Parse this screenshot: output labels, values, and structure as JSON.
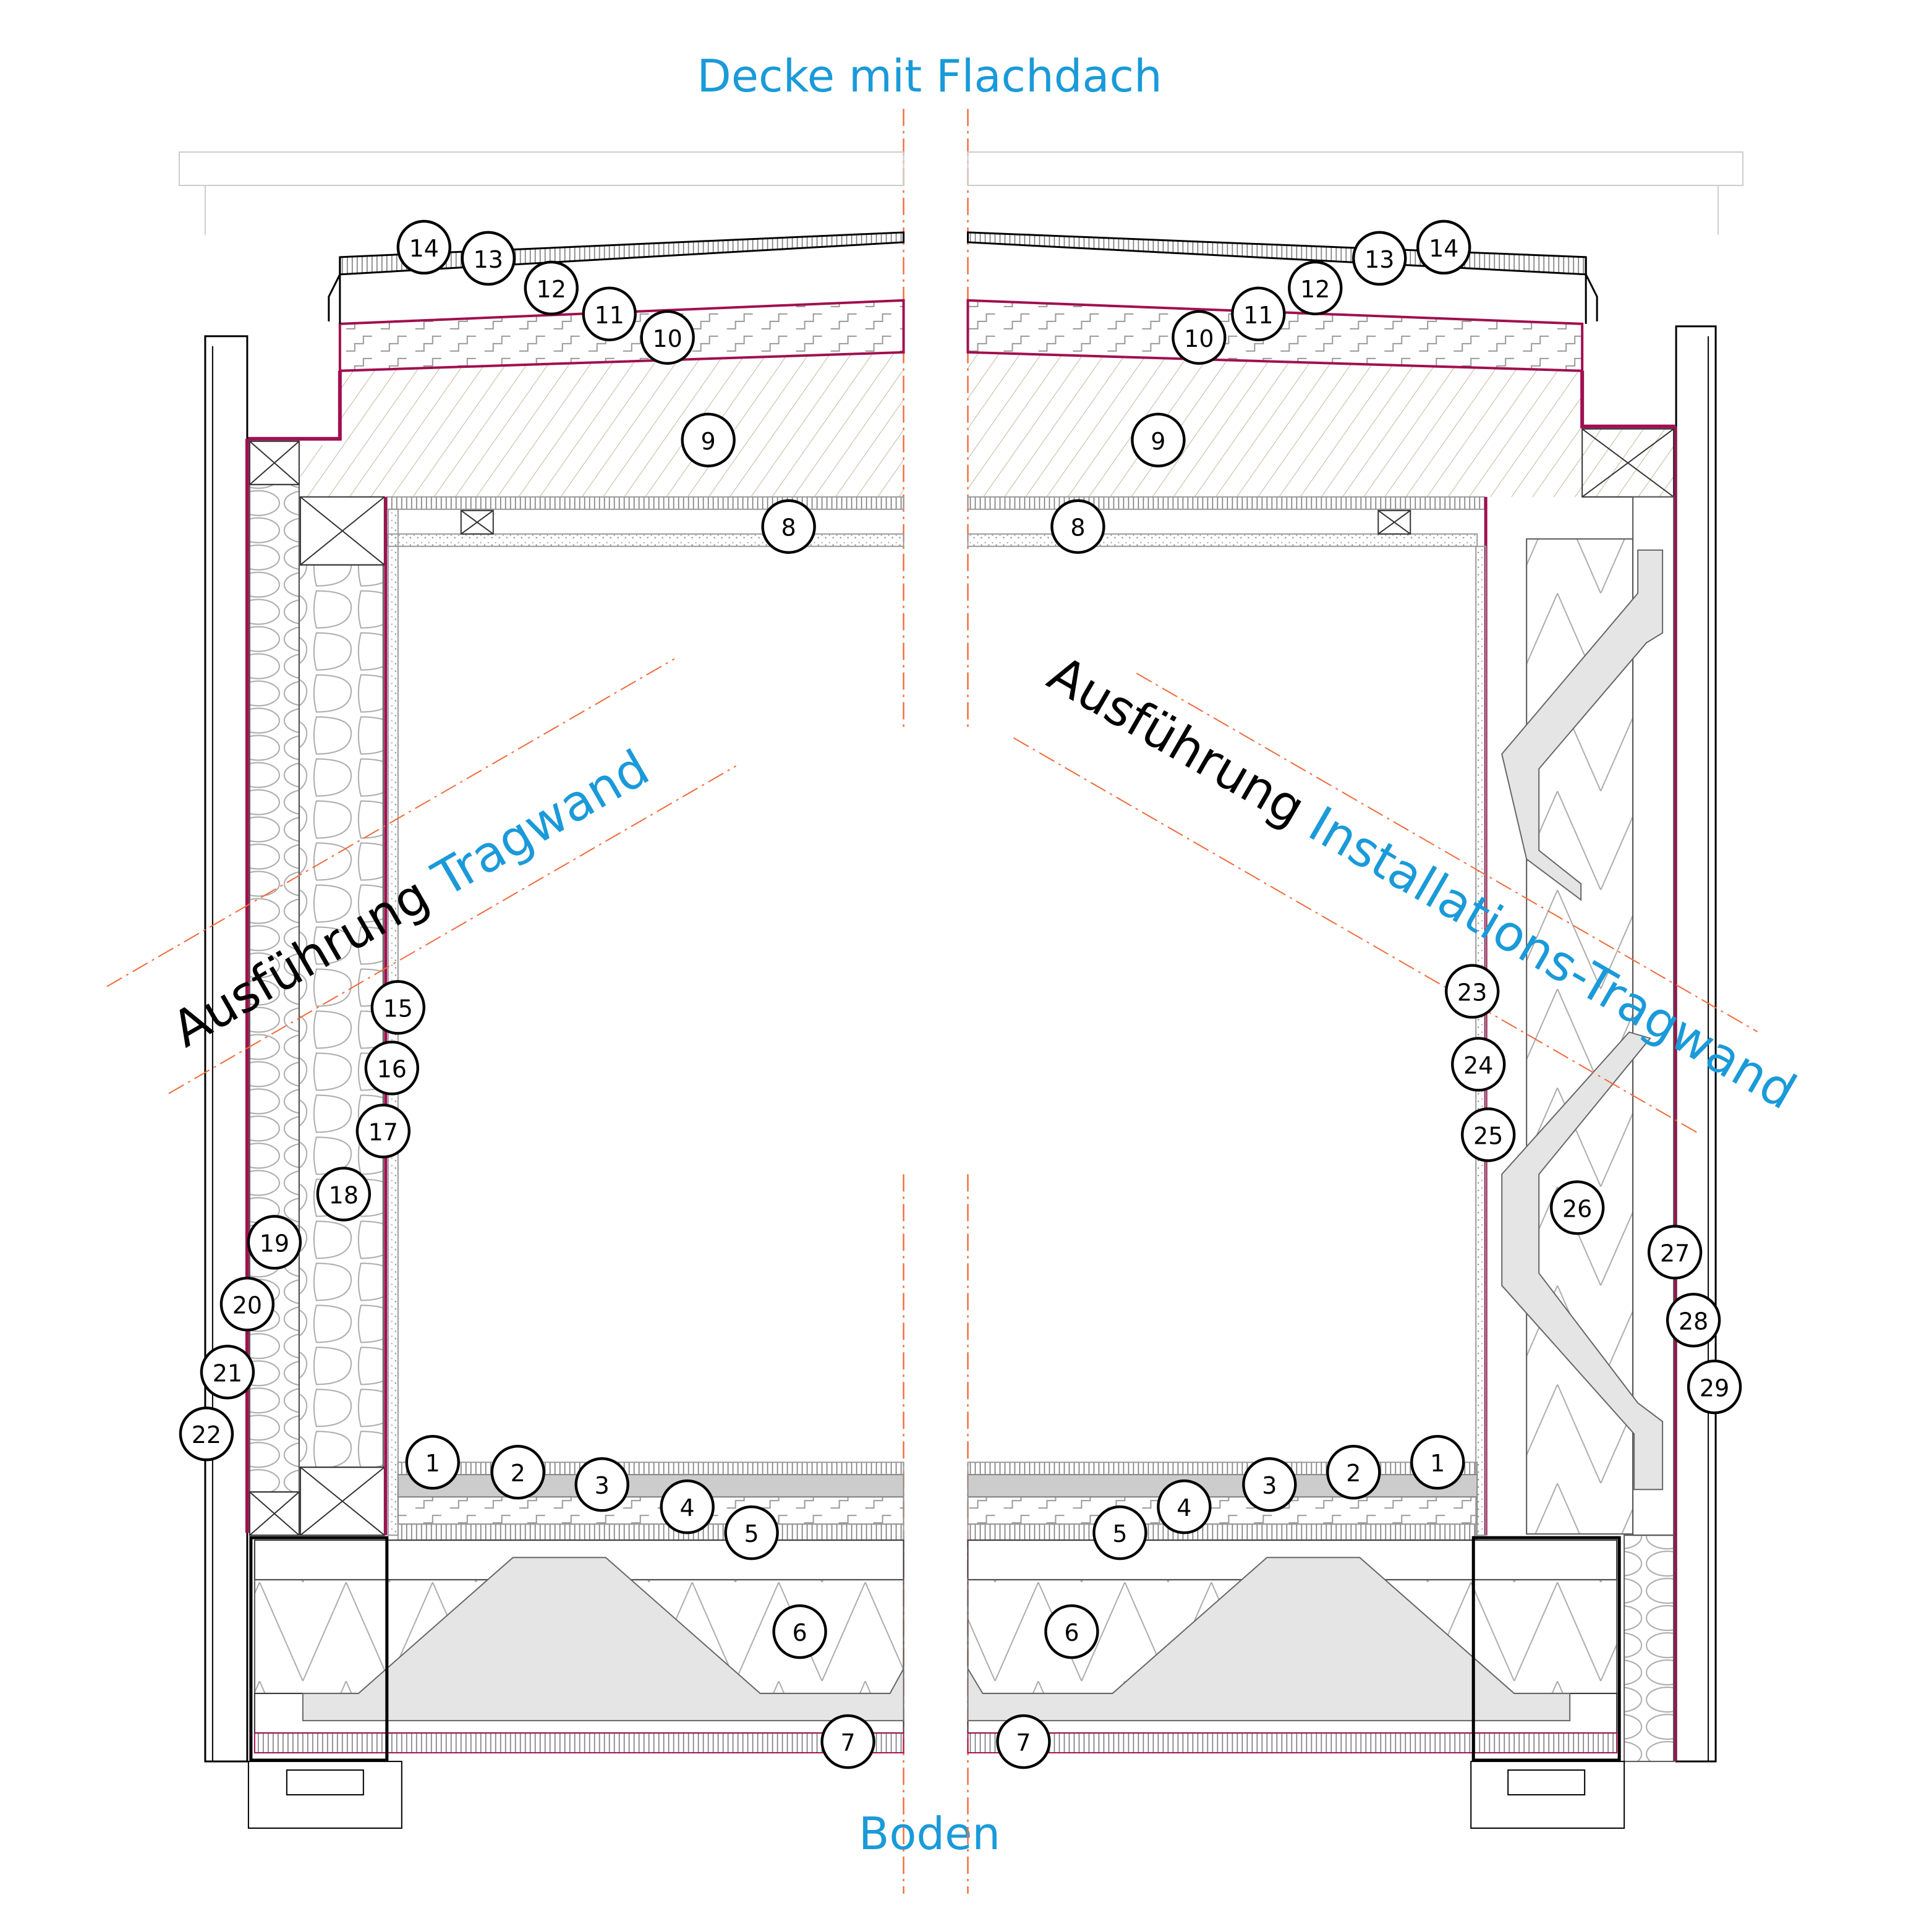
{
  "header": {
    "title": "Decke mit Flachdach"
  },
  "footer": {
    "title": "Boden"
  },
  "left_variant": {
    "prefix": "Ausführung",
    "name": "Tragwand"
  },
  "right_variant": {
    "prefix": "Ausführung",
    "name": "Installations-Tragwand"
  },
  "colors": {
    "accent": "#1a9ad9",
    "axis": "#f06a3a",
    "membrane": "#a0104f",
    "wood_hatch": "#c9b59a"
  },
  "left_markers": [
    "14",
    "13",
    "12",
    "11",
    "10",
    "9",
    "8",
    "1",
    "2",
    "3",
    "4",
    "5",
    "6",
    "7",
    "15",
    "16",
    "17",
    "18",
    "19",
    "20",
    "21",
    "22"
  ],
  "right_markers": [
    "14",
    "13",
    "12",
    "11",
    "10",
    "9",
    "8",
    "1",
    "2",
    "3",
    "4",
    "5",
    "6",
    "7",
    "23",
    "24",
    "25",
    "26",
    "27",
    "28",
    "29"
  ]
}
